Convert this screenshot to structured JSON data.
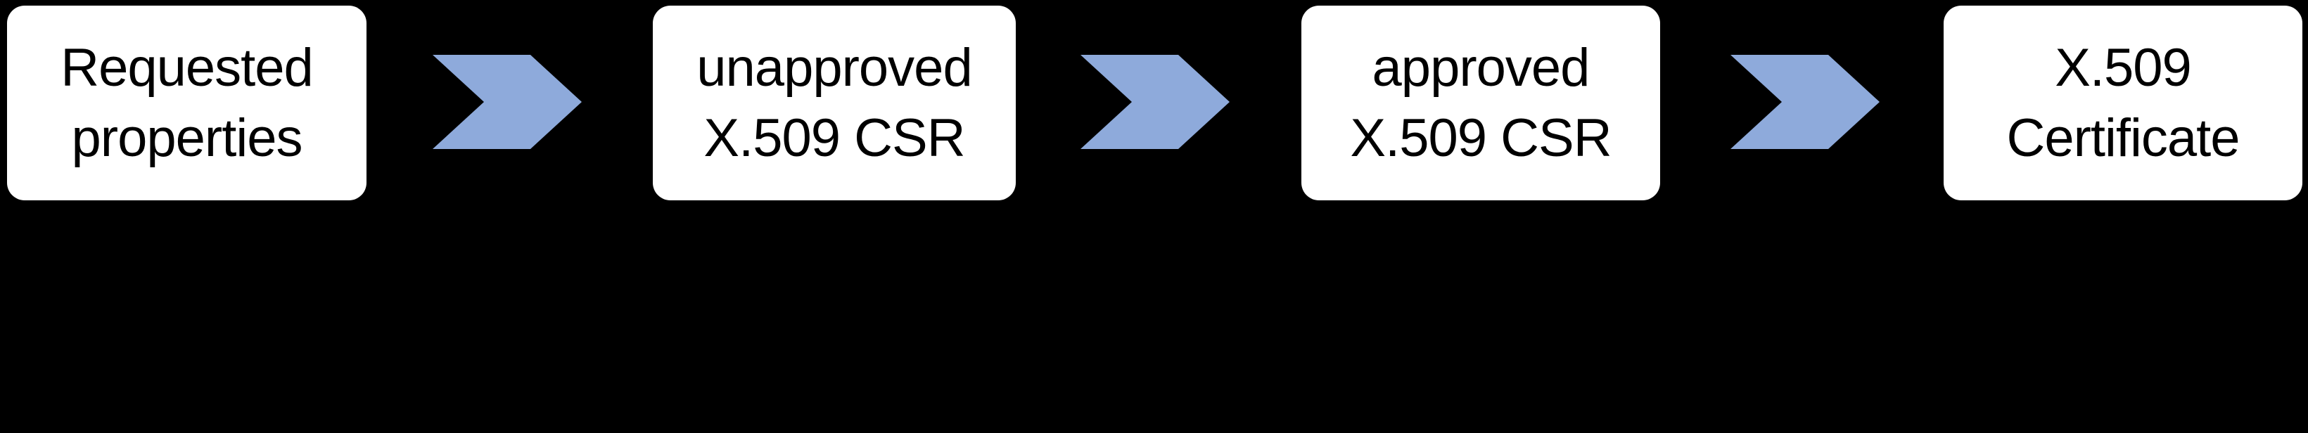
{
  "diagram": {
    "description": "certificate-request-flow",
    "steps": [
      {
        "line1": "Requested",
        "line2": "properties"
      },
      {
        "line1": "unapproved",
        "line2": "X.509 CSR"
      },
      {
        "line1": "approved",
        "line2": "X.509 CSR"
      },
      {
        "line1": "X.509",
        "line2": "Certificate"
      }
    ],
    "connector_icon": "chevron-right-icon"
  },
  "colors": {
    "background": "#000000",
    "box_fill": "#FFFFFF",
    "box_text": "#000000",
    "arrow": "#8EAADB"
  }
}
